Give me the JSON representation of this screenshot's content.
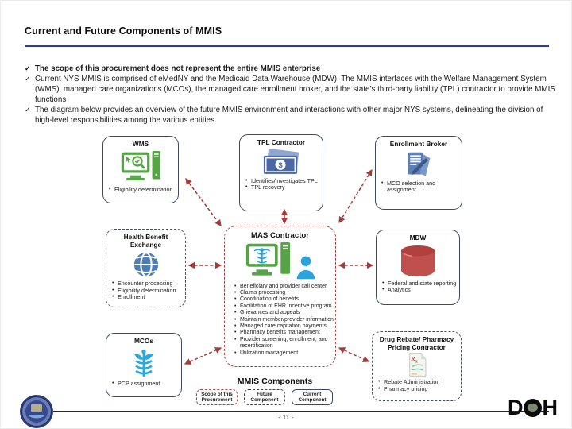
{
  "slide": {
    "title": "Current and Future Components of MMIS",
    "bullets": [
      {
        "text": "The scope of this procurement does not represent the entire MMIS enterprise"
      },
      {
        "text": "Current NYS MMIS is comprised of  eMedNY and the Medicaid Data Warehouse (MDW). The MMIS interfaces with the Welfare Management System (WMS), managed care organizations (MCOs), the managed care enrollment broker, and the state’s third-party liability (TPL) contractor to provide MMIS functions"
      },
      {
        "text": "The diagram below provides an overview of the future MMIS environment and interactions with other major NYS systems, delineating the division of high-level responsibilities among the various entities."
      }
    ]
  },
  "diagram": {
    "nodes": [
      {
        "id": "wms",
        "title": "WMS",
        "category": "current",
        "icon": "computer-search-icon",
        "bullets": [
          "Eligibility determination"
        ]
      },
      {
        "id": "tpl",
        "title": "TPL Contractor",
        "category": "current",
        "icon": "money-icon",
        "bullets": [
          "Identifies/investigates TPL",
          "TPL recovery"
        ]
      },
      {
        "id": "enrollment-broker",
        "title": "Enrollment Broker",
        "category": "current",
        "icon": "clipboard-pen-icon",
        "bullets": [
          "MCO selection and assignment"
        ]
      },
      {
        "id": "health-benefit-exchange",
        "title": "Health Benefit Exchange",
        "category": "future",
        "icon": "globe-icon",
        "bullets": [
          "Encounter processing",
          "Eligibility determination",
          "Enrollment"
        ]
      },
      {
        "id": "mas-contractor",
        "title": "MAS Contractor",
        "category": "scope",
        "icon": "computer-person-icon",
        "bullets": [
          "Beneficiary and provider call center",
          "Claims processing",
          "Coordination of benefits",
          "Facilitation of EHR incentive program",
          "Grievances and appeals",
          "Maintain member/provider information",
          "Managed care capitation payments",
          "Pharmacy benefits management",
          "Provider screening, enrollment, and recertification",
          "Utilization management"
        ]
      },
      {
        "id": "mdw",
        "title": "MDW",
        "category": "current",
        "icon": "database-icon",
        "bullets": [
          "Federal and state reporting",
          "Analytics"
        ]
      },
      {
        "id": "mcos",
        "title": "MCOs",
        "category": "current",
        "icon": "caduceus-icon",
        "bullets": [
          "PCP assignment"
        ]
      },
      {
        "id": "drug-rebate",
        "title": "Drug Rebate/ Pharmacy Pricing Contractor",
        "category": "future",
        "icon": "prescription-icon",
        "bullets": [
          "Rebate Administration",
          "Pharmacy pricing"
        ]
      }
    ],
    "legend": {
      "title": "MMIS Components",
      "items": [
        {
          "label": "Scope of this Procurement",
          "category": "scope"
        },
        {
          "label": "Future Component",
          "category": "future"
        },
        {
          "label": "Current Component",
          "category": "current"
        }
      ]
    }
  },
  "footer": {
    "page_number": "- 11 -",
    "logo_right": {
      "d": "D",
      "h": "H"
    }
  },
  "icons": {
    "checkmark": "✓"
  },
  "colors": {
    "title_rule_blue": "#2b3fa3",
    "arrow_red": "#a33c38",
    "scope_border_red": "#a84340",
    "future_border_dark": "#474f5c",
    "current_border_navy": "#3c4b63",
    "icon_green": "#55a546",
    "icon_light_blue": "#2ba3dc",
    "icon_navy": "#4a67a8",
    "mdw_red": "#c0504d"
  }
}
